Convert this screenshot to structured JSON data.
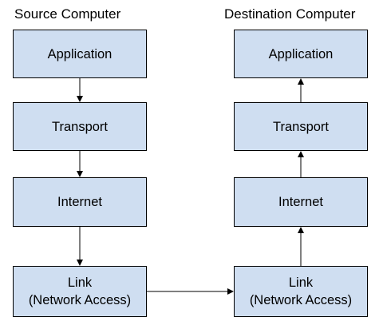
{
  "source": {
    "title": "Source Computer",
    "layers": {
      "application": "Application",
      "transport": "Transport",
      "internet": "Internet",
      "link_line1": "Link",
      "link_line2": "(Network Access)"
    }
  },
  "destination": {
    "title": "Destination Computer",
    "layers": {
      "application": "Application",
      "transport": "Transport",
      "internet": "Internet",
      "link_line1": "Link",
      "link_line2": "(Network Access)"
    }
  },
  "colors": {
    "box_fill": "#cfdef1",
    "border": "#000000",
    "arrow": "#000000"
  }
}
